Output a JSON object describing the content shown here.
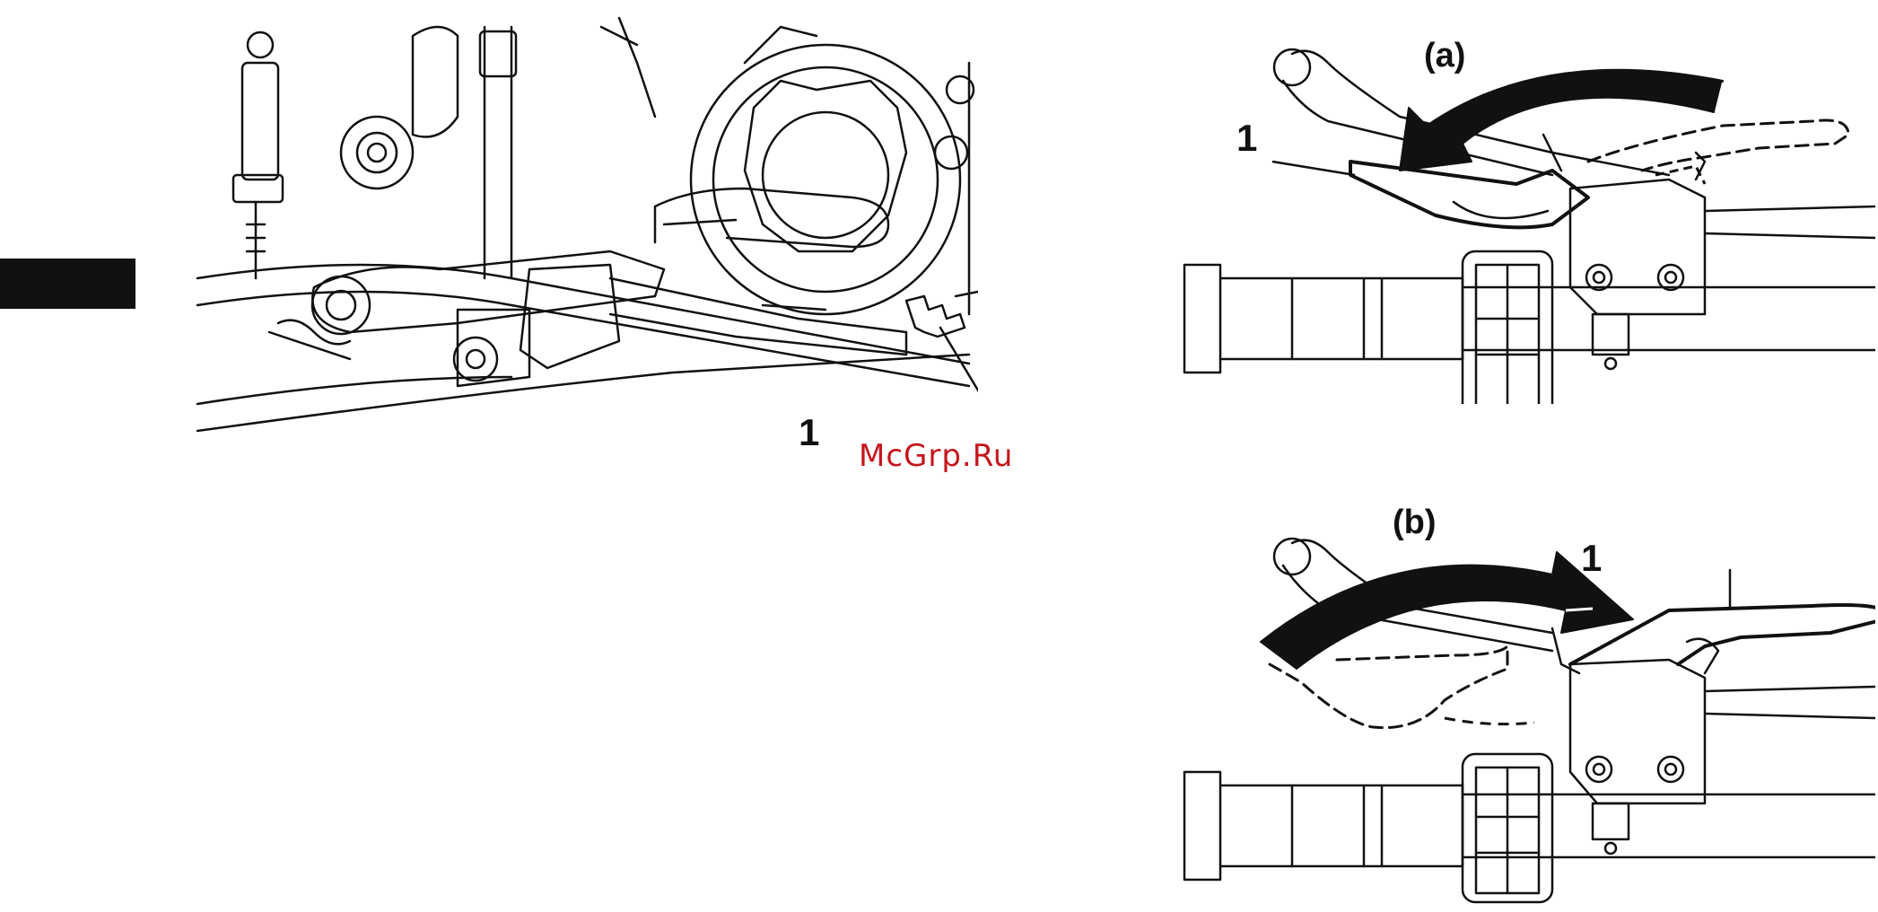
{
  "labels": {
    "left_callout": "1",
    "top_variant": "(a)",
    "top_callout": "1",
    "bottom_variant": "(b)",
    "bottom_callout": "1"
  },
  "watermark": "McGrp.Ru",
  "colors": {
    "line": "#111111",
    "arrow": "#111111",
    "watermark": "#c4161c",
    "tab": "#111111"
  }
}
